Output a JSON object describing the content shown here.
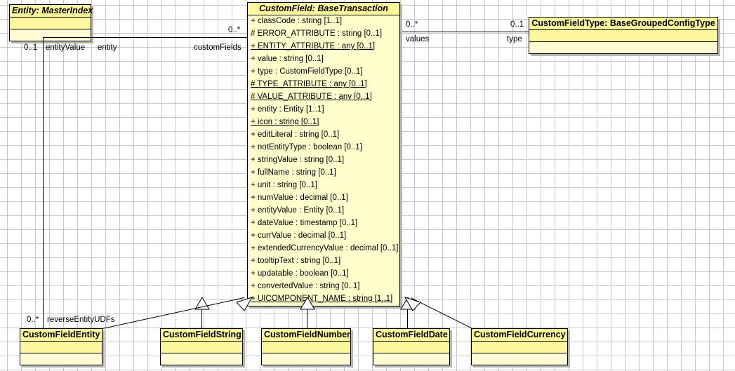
{
  "diagram": {
    "type": "uml-class-diagram",
    "background": "#ffffff",
    "grid_color": "#c8c8c8",
    "class_fill": "#fffecc",
    "class_header_fill": "#fdf79e",
    "border_color": "#000000"
  },
  "classes": {
    "entity_master_index": {
      "title": "Entity: MasterIndex",
      "attributes": []
    },
    "custom_field": {
      "title": "CustomField: BaseTransaction",
      "attributes": [
        {
          "text": "+ classCode : string [1..1]",
          "static": false
        },
        {
          "text": "# ERROR_ATTRIBUTE : string [0..1]",
          "static": false
        },
        {
          "text": "+ ENTITY_ATTRIBUTE : any [0..1]",
          "static": true
        },
        {
          "text": "+ value : string [0..1]",
          "static": false
        },
        {
          "text": "+ type : CustomFieldType [0..1]",
          "static": false
        },
        {
          "text": "# TYPE_ATTRIBUTE : any [0..1]",
          "static": true
        },
        {
          "text": "# VALUE_ATTRIBUTE : any [0..1]",
          "static": true
        },
        {
          "text": "+ entity : Entity [1..1]",
          "static": false
        },
        {
          "text": "+ icon : string [0..1]",
          "static": true
        },
        {
          "text": "+ editLiteral : string [0..1]",
          "static": false
        },
        {
          "text": "+ notEntityType : boolean [0..1]",
          "static": false
        },
        {
          "text": "+ stringValue : string [0..1]",
          "static": false
        },
        {
          "text": "+ fullName : string [0..1]",
          "static": false
        },
        {
          "text": "+ unit : string [0..1]",
          "static": false
        },
        {
          "text": "+ numValue : decimal [0..1]",
          "static": false
        },
        {
          "text": "+ entityValue : Entity [0..1]",
          "static": false
        },
        {
          "text": "+ dateValue : timestamp [0..1]",
          "static": false
        },
        {
          "text": "+ currValue : decimal [0..1]",
          "static": false
        },
        {
          "text": "+ extendedCurrencyValue : decimal [0..1]",
          "static": false
        },
        {
          "text": "+ tooltipText : string [0..1]",
          "static": false
        },
        {
          "text": "+ updatable : boolean [0..1]",
          "static": false
        },
        {
          "text": "+ convertedValue : string [0..1]",
          "static": false
        },
        {
          "text": "+ UICOMPONENT_NAME : string [1..1]",
          "static": true
        }
      ]
    },
    "custom_field_type": {
      "title": "CustomFieldType: BaseGroupedConfigType",
      "attributes": []
    },
    "custom_field_entity": {
      "title": "CustomFieldEntity",
      "attributes": []
    },
    "custom_field_string": {
      "title": "CustomFieldString",
      "attributes": []
    },
    "custom_field_number": {
      "title": "CustomFieldNumber",
      "attributes": []
    },
    "custom_field_date": {
      "title": "CustomFieldDate",
      "attributes": []
    },
    "custom_field_currency": {
      "title": "CustomFieldCurrency",
      "attributes": []
    }
  },
  "associations": {
    "entity_customfields": {
      "source_multiplicity": "0..1",
      "source_role": "entityValue",
      "target_role_near": "entity",
      "target_multiplicity": "0..*",
      "target_role": "customFields"
    },
    "customfield_type": {
      "source_multiplicity": "0..*",
      "source_role": "values",
      "target_multiplicity": "0..1",
      "target_role": "type"
    },
    "reverse_entity_udfs": {
      "multiplicity": "0..*",
      "role": "reverseEntityUDFs"
    }
  }
}
